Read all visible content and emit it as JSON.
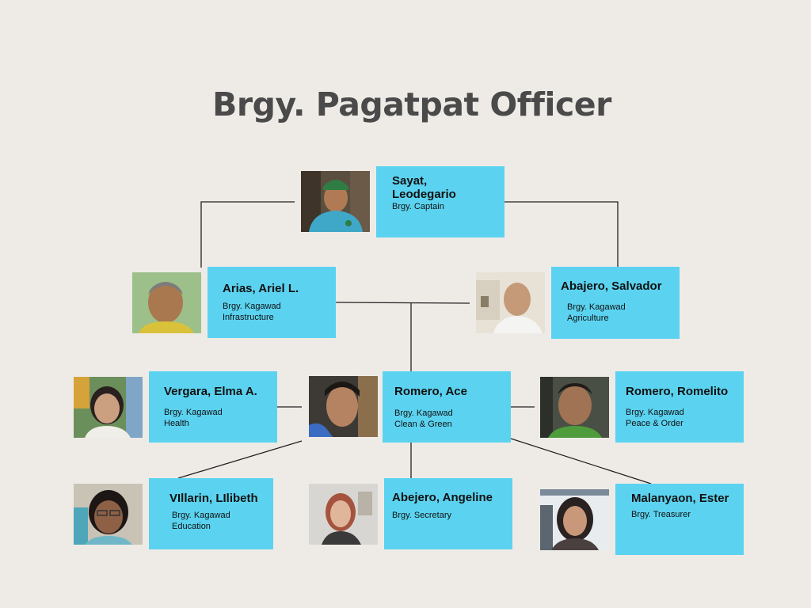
{
  "title": "Brgy. Pagatpat Officer",
  "colors": {
    "box": "#5bd3f0",
    "background": "#eeebe7",
    "title": "#4a4a4a",
    "line": "#222222"
  },
  "officers": [
    {
      "id": "captain",
      "name": "Sayat,\nLeodegario",
      "role": "Brgy. Captain"
    },
    {
      "id": "arias",
      "name": "Arias, Ariel L.",
      "role": "Brgy. Kagawad\nInfrastructure"
    },
    {
      "id": "abajero",
      "name": "Abajero, Salvador",
      "role": "Brgy. Kagawad\nAgriculture"
    },
    {
      "id": "vergara",
      "name": "Vergara, Elma A.",
      "role": "Brgy. Kagawad\n Health"
    },
    {
      "id": "ace",
      "name": "Romero, Ace",
      "role": "Brgy. Kagawad\nClean & Green"
    },
    {
      "id": "romelito",
      "name": "Romero, Romelito",
      "role": "Brgy. Kagawad\nPeace & Order"
    },
    {
      "id": "villarin",
      "name": "VIllarin, LIlibeth",
      "role": "Brgy. Kagawad\nEducation"
    },
    {
      "id": "angeline",
      "name": "Abejero, Angeline",
      "role": "Brgy. Secretary"
    },
    {
      "id": "ester",
      "name": "Malanyaon, Ester",
      "role": "Brgy. Treasurer"
    }
  ]
}
